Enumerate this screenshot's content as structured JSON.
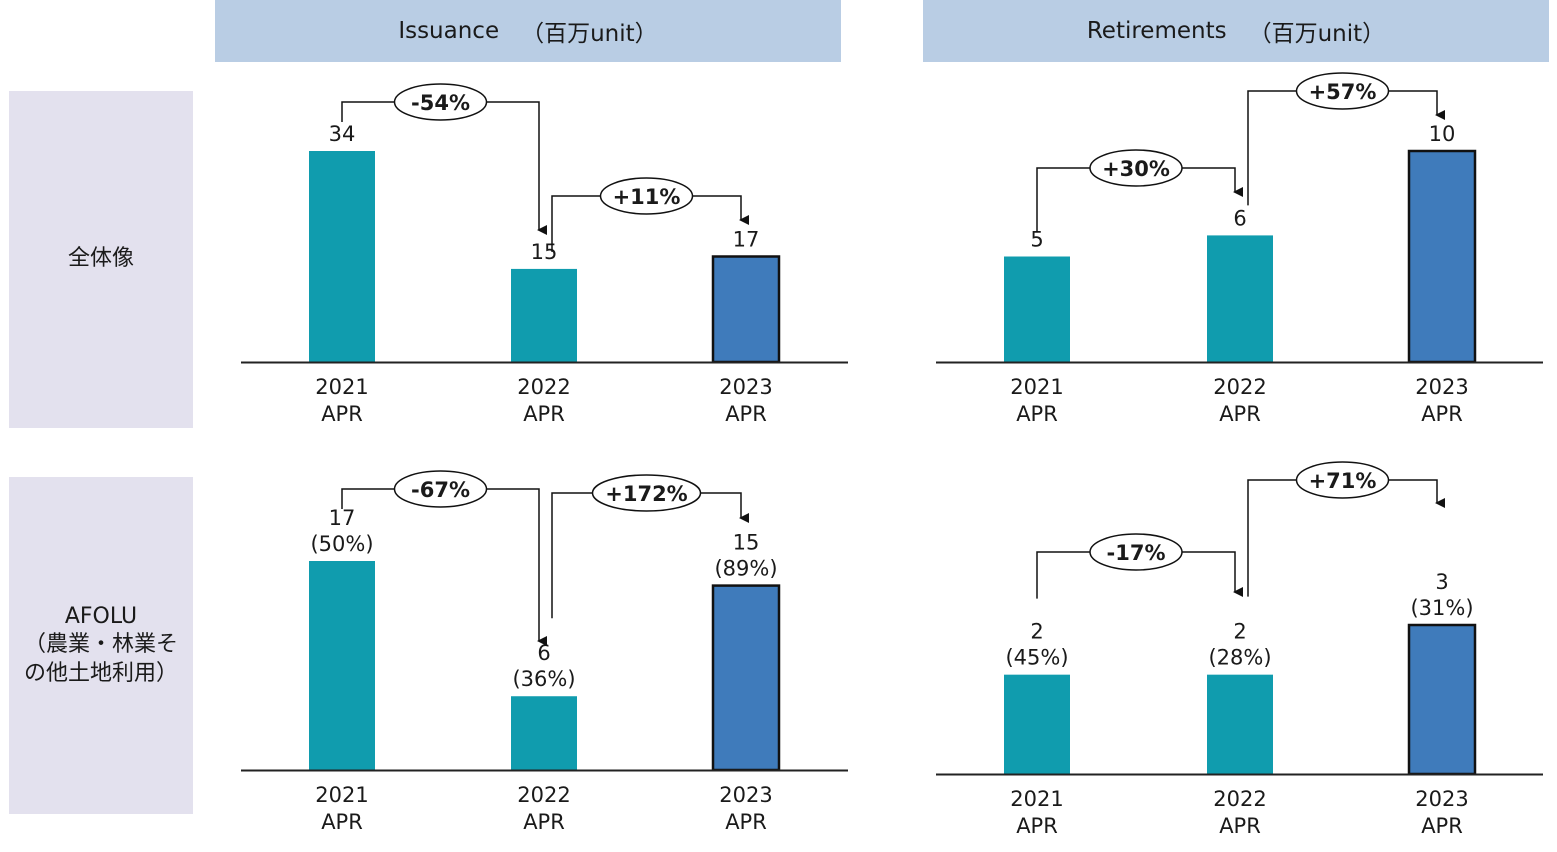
{
  "columns": [
    {
      "title": "Issuance",
      "unit": "（百万unit）"
    },
    {
      "title": "Retirements",
      "unit": "（百万unit）"
    }
  ],
  "rows": [
    {
      "label_lines": [
        "全体像"
      ]
    },
    {
      "label_lines": [
        "AFOLU",
        "（農業・林業そ",
        "の他土地利用）"
      ]
    }
  ],
  "colors": {
    "bar_past": "#109cae",
    "bar_latest": "#3f7bbb",
    "header_col": "#b9cde4",
    "header_row": "#e3e1ee"
  },
  "chart_data": [
    {
      "type": "bar",
      "panel": "Issuance / 全体像",
      "categories": [
        "2021\nAPR",
        "2022\nAPR",
        "2023\nAPR"
      ],
      "values": [
        34,
        15,
        17
      ],
      "value_labels": [
        [
          "34"
        ],
        [
          "15"
        ],
        [
          "17"
        ]
      ],
      "changes": [
        {
          "from": 0,
          "to": 1,
          "label": "-54%"
        },
        {
          "from": 1,
          "to": 2,
          "label": "+11%"
        }
      ]
    },
    {
      "type": "bar",
      "panel": "Retirements / 全体像",
      "categories": [
        "2021\nAPR",
        "2022\nAPR",
        "2023\nAPR"
      ],
      "values": [
        5,
        6,
        10
      ],
      "value_labels": [
        [
          "5"
        ],
        [
          "6"
        ],
        [
          "10"
        ]
      ],
      "changes": [
        {
          "from": 0,
          "to": 1,
          "label": "+30%"
        },
        {
          "from": 1,
          "to": 2,
          "label": "+57%"
        }
      ]
    },
    {
      "type": "bar",
      "panel": "Issuance / AFOLU",
      "categories": [
        "2021\nAPR",
        "2022\nAPR",
        "2023\nAPR"
      ],
      "values": [
        17,
        6,
        15
      ],
      "shares": [
        "50%",
        "36%",
        "89%"
      ],
      "value_labels": [
        [
          "17",
          "(50%)"
        ],
        [
          "6",
          "(36%)"
        ],
        [
          "15",
          "(89%)"
        ]
      ],
      "changes": [
        {
          "from": 0,
          "to": 1,
          "label": "-67%"
        },
        {
          "from": 1,
          "to": 2,
          "label": "+172%"
        }
      ]
    },
    {
      "type": "bar",
      "panel": "Retirements / AFOLU",
      "categories": [
        "2021\nAPR",
        "2022\nAPR",
        "2023\nAPR"
      ],
      "values": [
        2,
        2,
        3
      ],
      "shares": [
        "45%",
        "28%",
        "31%"
      ],
      "value_labels": [
        [
          "2",
          "(45%)"
        ],
        [
          "2",
          "(28%)"
        ],
        [
          "3",
          "(31%)"
        ]
      ],
      "changes": [
        {
          "from": 0,
          "to": 1,
          "label": "-17%"
        },
        {
          "from": 1,
          "to": 2,
          "label": "+71%"
        }
      ]
    }
  ]
}
